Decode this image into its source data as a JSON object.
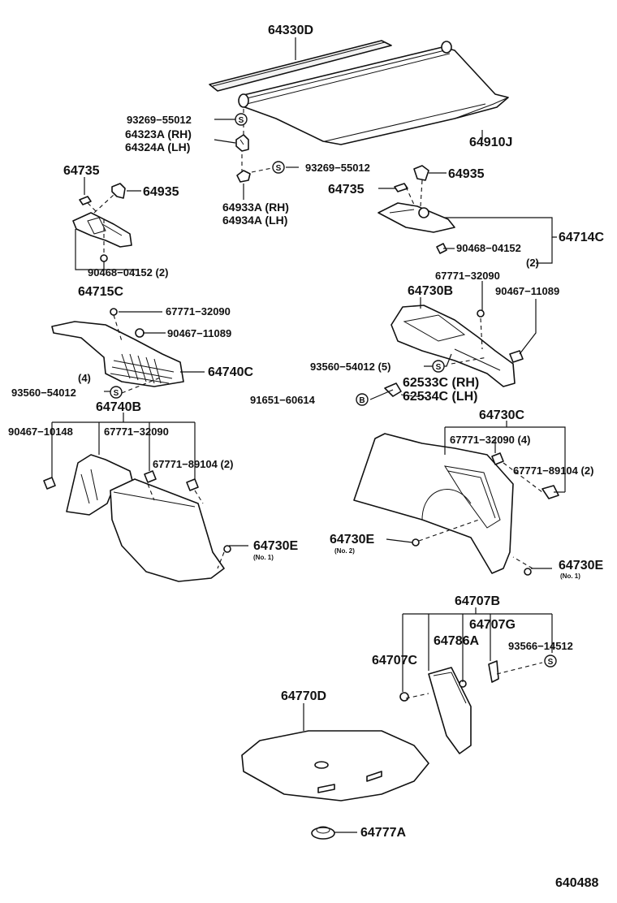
{
  "diagram_code": "640488",
  "labels": {
    "l64330D": "64330D",
    "l93269a": "93269−55012",
    "l64323A": "64323A (RH)",
    "l64324A": "64324A (LH)",
    "l93269b": "93269−55012",
    "l64910J": "64910J",
    "l64933A": "64933A (RH)",
    "l64934A": "64934A (LH)",
    "l64735L": "64735",
    "l64935L": "64935",
    "l90468L": "90468−04152 (2)",
    "l64715C": "64715C",
    "l64935R": "64935",
    "l64735R": "64735",
    "l90468R": "90468−04152",
    "l90468Rq": "(2)",
    "l64714C": "64714C",
    "l67771a": "67771−32090",
    "l90467a": "90467−11089",
    "l64740C": "64740C",
    "l4qty": "(4)",
    "l93560L": "93560−54012",
    "l64740B": "64740B",
    "l90467b": "90467−10148",
    "l67771b": "67771−32090",
    "l67771c": "67771−89104 (2)",
    "l64730EL": "64730E",
    "l64730ELno": "(No. 1)",
    "l67771d": "67771−32090",
    "l64730B": "64730B",
    "l90467c": "90467−11089",
    "l93560R": "93560−54012 (5)",
    "l62533C": "62533C (RH)",
    "l62534C": "62534C (LH)",
    "l91651": "91651−60614",
    "l64730C": "64730C",
    "l67771e": "67771−32090 (4)",
    "l67771f": "67771−89104 (2)",
    "l64730EM": "64730E",
    "l64730EMno": "(No. 2)",
    "l64730ER": "64730E",
    "l64730ERno": "(No. 1)",
    "l64707B": "64707B",
    "l64707G": "64707G",
    "l64786A": "64786A",
    "l64707C": "64707C",
    "l93566": "93566−14512",
    "l64770D": "64770D",
    "l64777A": "64777A"
  },
  "symbols": {
    "s": "S",
    "b": "B"
  }
}
